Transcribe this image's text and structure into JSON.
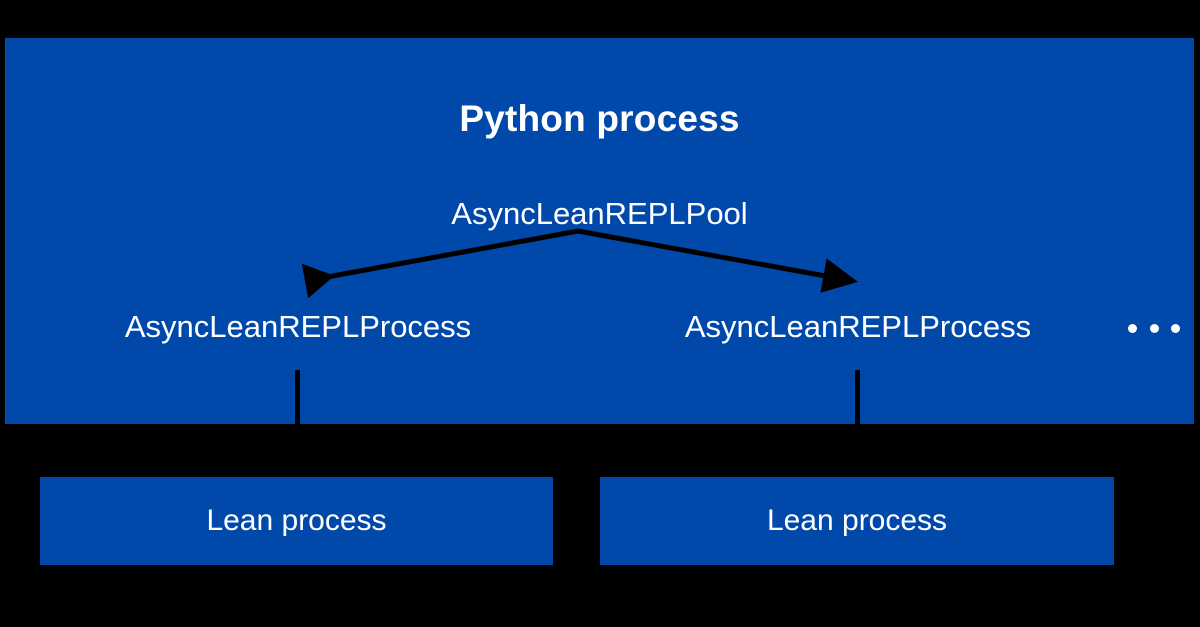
{
  "diagram": {
    "title": "Python process",
    "colors": {
      "background": "#000000",
      "box_fill": "#0049AB",
      "text": "#FFFFFF",
      "arrow": "#000000"
    },
    "pool": {
      "label": "AsyncLeanREPLPool"
    },
    "processes": [
      {
        "label": "AsyncLeanREPLProcess"
      },
      {
        "label": "AsyncLeanREPLProcess"
      }
    ],
    "overflow_indicator": "···",
    "lean_processes": [
      {
        "label": "Lean process"
      },
      {
        "label": "Lean process"
      }
    ]
  }
}
